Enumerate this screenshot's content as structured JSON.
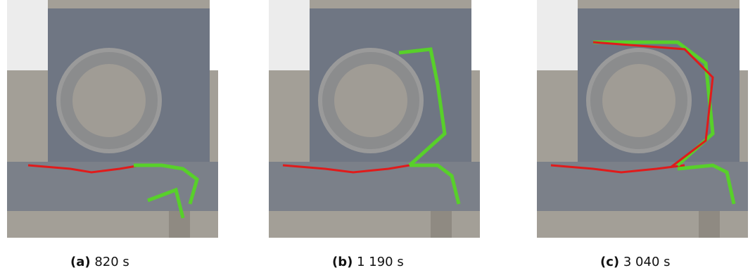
{
  "panels": [
    {
      "label": "(a)",
      "time": "820 s"
    },
    {
      "label": "(b)",
      "time": "1 190 s"
    },
    {
      "label": "(c)",
      "time": "3 040 s"
    }
  ],
  "colors": {
    "floor": "#a39f97",
    "dark_floor": "#6f7683",
    "path_robot_1": "#e01b1b",
    "path_robot_2": "#58d02a"
  }
}
